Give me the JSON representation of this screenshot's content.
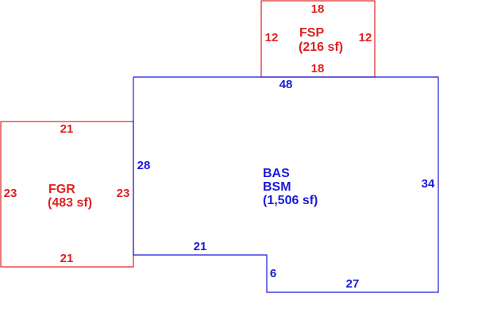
{
  "colors": {
    "bas": "#1a1adb",
    "fgr": "#e02020",
    "fsp": "#e02020"
  },
  "bas": {
    "codes": [
      "BAS",
      "BSM"
    ],
    "area": "(1,506 sf)",
    "dims": {
      "top": "48",
      "left": "28",
      "right": "34",
      "step_top": "21",
      "step_side": "6",
      "bottom": "27"
    }
  },
  "fgr": {
    "code": "FGR",
    "area": "(483 sf)",
    "dims": {
      "top": "21",
      "bottom": "21",
      "left": "23",
      "right": "23"
    }
  },
  "fsp": {
    "code": "FSP",
    "area": "(216 sf)",
    "dims": {
      "top": "18",
      "bottom": "18",
      "left": "12",
      "right": "12"
    }
  }
}
